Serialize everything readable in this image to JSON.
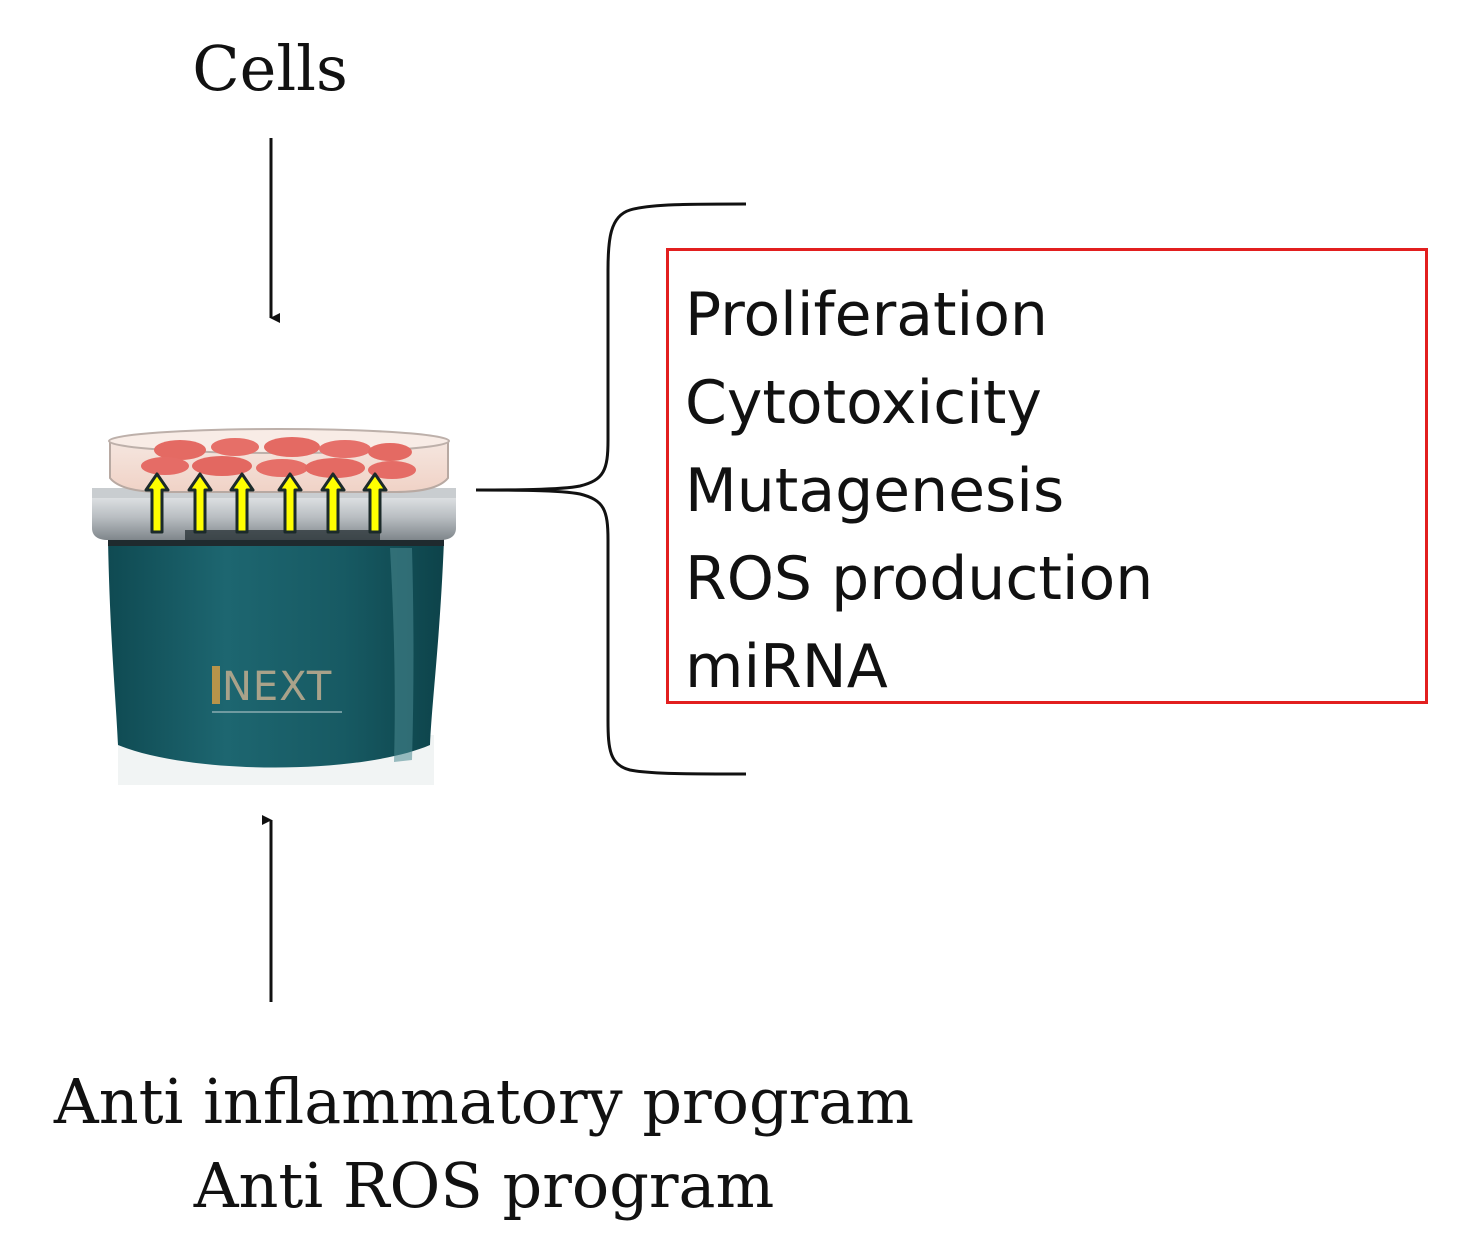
{
  "top_label": "Cells",
  "bottom_labels": [
    "Anti inflammatory program",
    "Anti ROS program"
  ],
  "outcomes": [
    "Proliferation",
    "Cytotoxicity",
    "Mutagenesis",
    "ROS production",
    "miRNA"
  ],
  "device": {
    "brand_text": "NEXT",
    "body_color": "#1a5c64",
    "dish_cell_color": "#e8736b",
    "signal_arrow_color": "#ffff00",
    "signal_arrow_count": 6
  },
  "colors": {
    "outcome_box_border": "#e21f1f",
    "lines": "#111111"
  }
}
